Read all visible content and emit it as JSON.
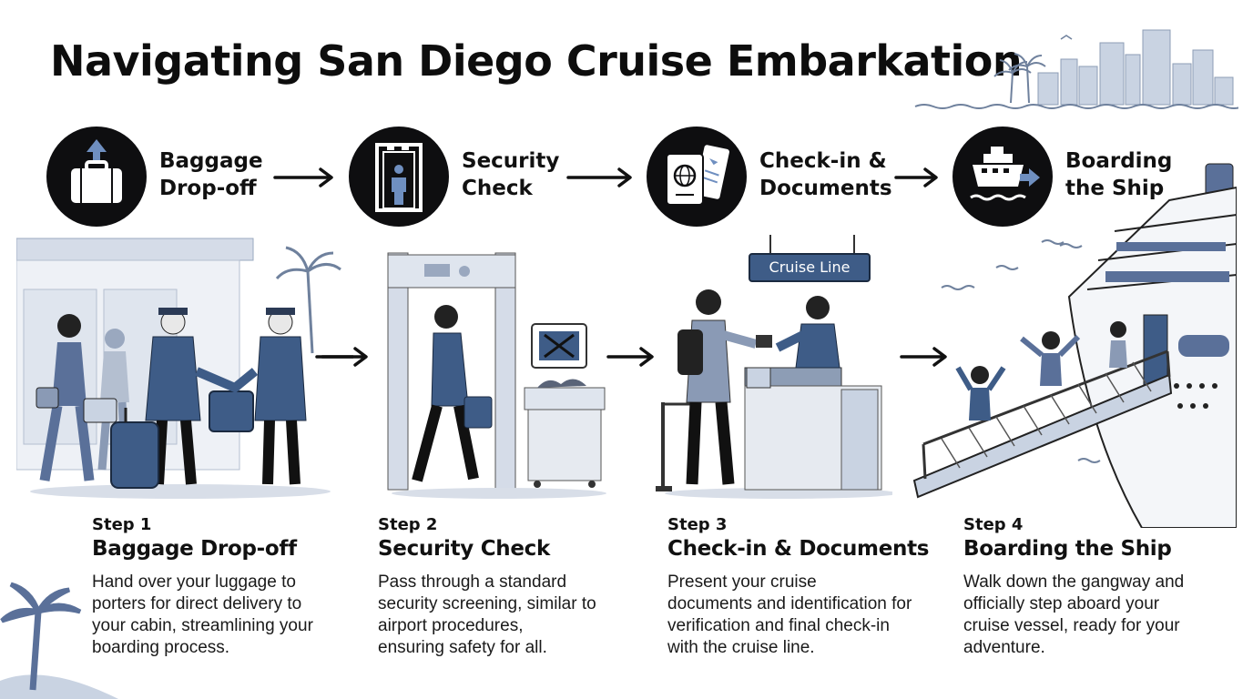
{
  "title": "Navigating San Diego Cruise Embarkation",
  "colors": {
    "accent": "#3e5c87",
    "dark": "#0e0e10",
    "light_blue": "#c9d3e2"
  },
  "flow": [
    {
      "icon": "luggage-upload-icon",
      "label_lines": [
        "Baggage",
        "Drop-off"
      ]
    },
    {
      "icon": "metal-detector-icon",
      "label_lines": [
        "Security",
        "Check"
      ]
    },
    {
      "icon": "passport-ticket-icon",
      "label_lines": [
        "Check-in &",
        "Documents"
      ]
    },
    {
      "icon": "ship-boarding-icon",
      "label_lines": [
        "Boarding",
        "the Ship"
      ]
    }
  ],
  "scene": {
    "sign_text": "Cruise Line"
  },
  "steps": [
    {
      "number": "Step 1",
      "title": "Baggage Drop-off",
      "desc_lines": [
        "Hand over your luggage to",
        "porters for direct delivery to",
        "your cabin, streamlining your",
        "boarding process."
      ]
    },
    {
      "number": "Step 2",
      "title": "Security Check",
      "desc_lines": [
        "Pass through a standard",
        "security screening, similar to",
        "airport procedures,",
        "ensuring safety for all."
      ]
    },
    {
      "number": "Step 3",
      "title": "Check-in & Documents",
      "desc_lines": [
        "Present your cruise",
        "documents and identification for",
        "verification and final check-in",
        "with the cruise line."
      ]
    },
    {
      "number": "Step 4",
      "title": "Boarding the Ship",
      "desc_lines": [
        "Walk down the gangway and",
        "officially step aboard your",
        "cruise vessel, ready for your",
        "adventure."
      ]
    }
  ]
}
